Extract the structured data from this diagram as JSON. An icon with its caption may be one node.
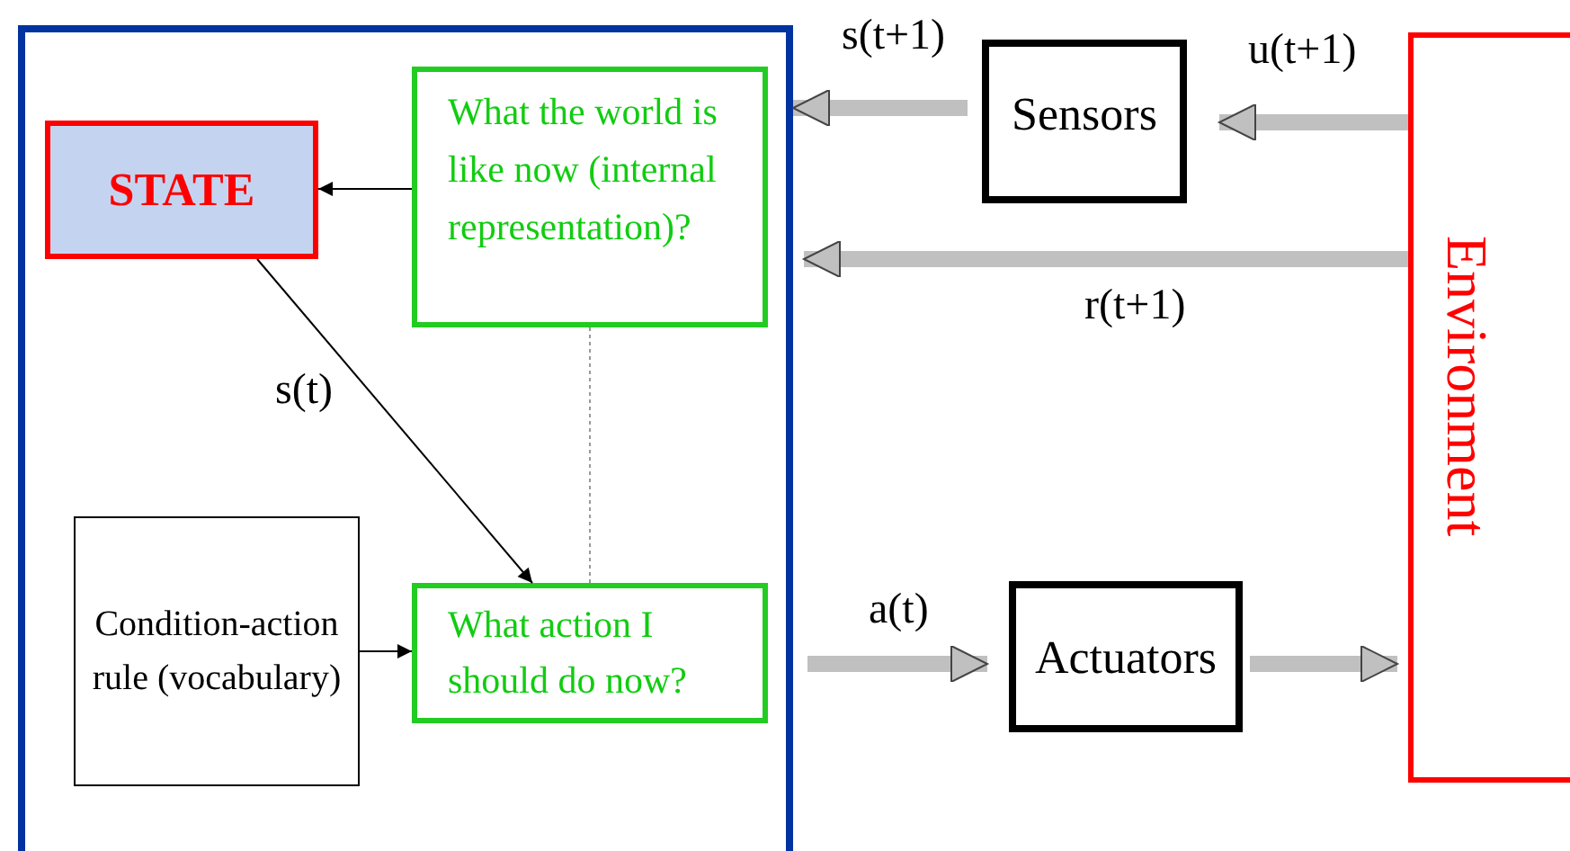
{
  "diagram": {
    "nodes": [
      {
        "text": [],
        "shape": "box"
      },
      {
        "text": [
          "STATE"
        ],
        "in": 0
      },
      {
        "text": [
          "What the world is like now (internal representation)?"
        ],
        "in": 0
      },
      {
        "text": [
          "Condition-action rule (vocabulary)"
        ],
        "in": 0
      },
      {
        "text": [
          "What action I should do now?"
        ],
        "in": 0
      },
      {
        "text": [
          "Sensors"
        ]
      },
      {
        "text": [
          "Actuators"
        ]
      },
      {
        "text": [
          "Environment"
        ]
      }
    ],
    "edges": [
      {
        "from": 2,
        "to": 1,
        "arrow": "to",
        "color": "#000000"
      },
      {
        "from": 1,
        "to": 4,
        "arrow": "to",
        "label": "s(t)",
        "color": "#000000"
      },
      {
        "from": 2,
        "to": 4,
        "arrow": "none",
        "style": "dashed",
        "color": "#999999"
      },
      {
        "from": 3,
        "to": 4,
        "arrow": "to",
        "color": "#000000"
      },
      {
        "from": 5,
        "to": 0,
        "arrow": "to",
        "label": "s(t+1)"
      },
      {
        "from": 7,
        "to": 5,
        "arrow": "to",
        "label": "u(t+1)"
      },
      {
        "from": 7,
        "to": 0,
        "arrow": "to",
        "label": "r(t+1)"
      },
      {
        "from": 0,
        "to": 6,
        "arrow": "to",
        "label": "a(t)"
      },
      {
        "from": 6,
        "to": 7,
        "arrow": "to"
      }
    ]
  }
}
